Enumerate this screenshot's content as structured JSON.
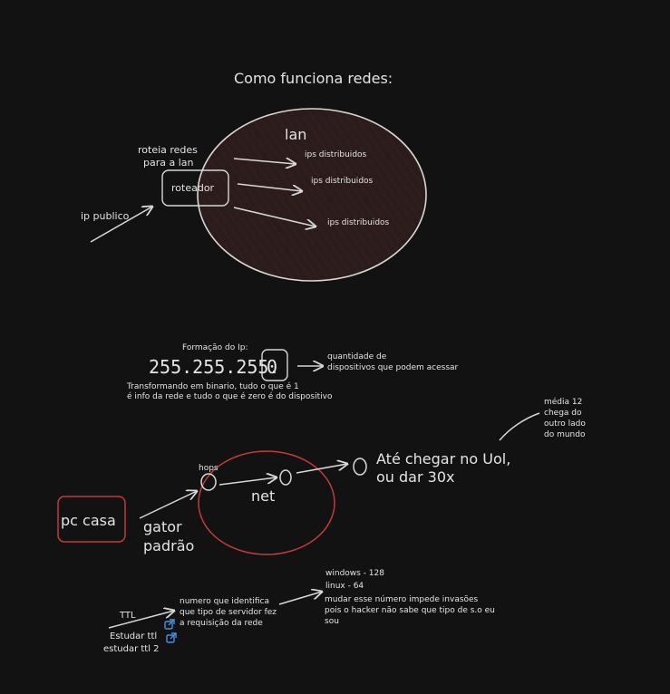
{
  "colors": {
    "background": "#121212",
    "stroke": "#d8d8d8",
    "lan_fill": "#2b1b1b",
    "net_border": "#c23b3b",
    "pc_border": "#c23b3b",
    "link_icon": "#4a90e2"
  },
  "icons": {
    "link": "external-link-icon"
  },
  "title": "Como funciona redes:",
  "lan_section": {
    "lan_label": "lan",
    "router_label": "roteador",
    "router_note_1": "roteia redes",
    "router_note_2": "para a lan",
    "public_ip_label": "ip publico",
    "ips": [
      "ips distribuidos",
      "ips distribuidos",
      "ips distribuidos"
    ]
  },
  "ip_section": {
    "heading": "Formação do Ip:",
    "ip_prefix": "255.255.255.",
    "ip_last": "0",
    "qty_1": "quantidade de",
    "qty_2": "dispositivos que podem acessar",
    "binary_1": "Transformando em binario, tudo o que é 1",
    "binary_2": "é info da rede e tudo o que é zero é do dispositivo"
  },
  "hops_section": {
    "hops_label": "hops",
    "net_label": "net",
    "pc_label": "pc casa",
    "gateway_1": "gator",
    "gateway_2": "padrão",
    "uol_1": "Até chegar no Uol,",
    "uol_2": "ou dar 30x",
    "average": [
      "média 12",
      "chega do",
      "outro lado",
      "do mundo"
    ]
  },
  "ttl_section": {
    "ttl_label": "TTL",
    "desc": [
      "numero que identifica",
      "que tipo de servidor fez",
      "a requisição da rede"
    ],
    "windows": "windows - 128",
    "linux": "linux - 64",
    "change": [
      "mudar esse número impede invasões",
      "pois o hacker não sabe que tipo de s.o eu",
      "sou"
    ],
    "study_1": "Estudar ttl",
    "study_2": "estudar ttl 2"
  }
}
